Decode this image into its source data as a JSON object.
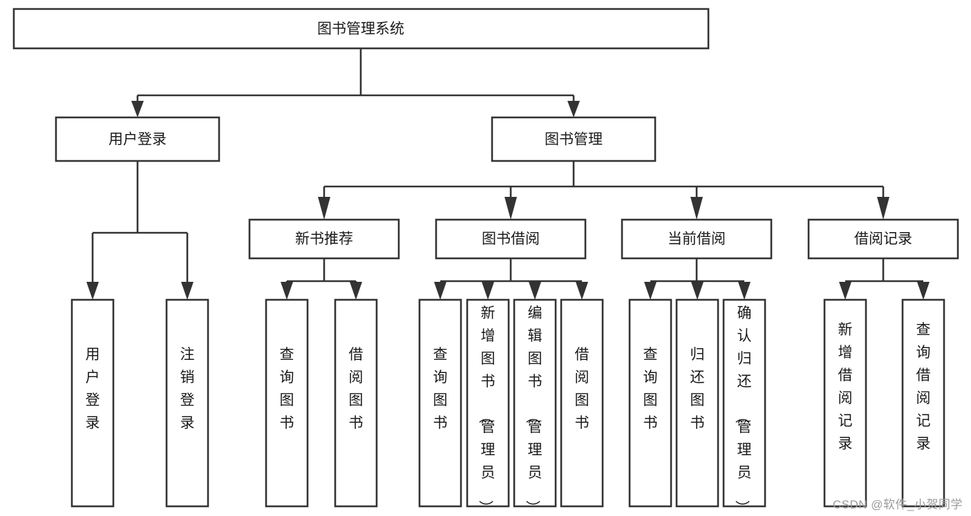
{
  "diagram": {
    "title": "图书管理系统",
    "type": "hierarchy-tree",
    "watermark": "CSDN @软件_小贺同学",
    "colors": {
      "box_stroke": "#333333",
      "box_fill": "#ffffff",
      "text": "#1a1a1a",
      "background": "#ffffff",
      "watermark": "#9a9a9a"
    },
    "levels": {
      "root": {
        "label": "图书管理系统"
      },
      "level2": [
        {
          "id": "user-login",
          "label": "用户登录"
        },
        {
          "id": "book-management",
          "label": "图书管理"
        }
      ],
      "level3": [
        {
          "id": "new-book-recommend",
          "label": "新书推荐",
          "parent": "book-management"
        },
        {
          "id": "book-borrow",
          "label": "图书借阅",
          "parent": "book-management"
        },
        {
          "id": "current-borrow",
          "label": "当前借阅",
          "parent": "book-management"
        },
        {
          "id": "borrow-record",
          "label": "借阅记录",
          "parent": "book-management"
        }
      ],
      "leaves": [
        {
          "id": "leaf-user-login",
          "label": "用户登录",
          "parent": "user-login"
        },
        {
          "id": "leaf-user-logout",
          "label": "注销登录",
          "parent": "user-login"
        },
        {
          "id": "leaf-query-book-1",
          "label": "查询图书",
          "parent": "new-book-recommend"
        },
        {
          "id": "leaf-borrow-book-1",
          "label": "借阅图书",
          "parent": "new-book-recommend"
        },
        {
          "id": "leaf-query-book-2",
          "label": "查询图书",
          "parent": "book-borrow"
        },
        {
          "id": "leaf-add-book",
          "label": "新增图书（管理员）",
          "parent": "book-borrow"
        },
        {
          "id": "leaf-edit-book",
          "label": "编辑图书（管理员）",
          "parent": "book-borrow"
        },
        {
          "id": "leaf-borrow-book-2",
          "label": "借阅图书",
          "parent": "book-borrow"
        },
        {
          "id": "leaf-query-book-3",
          "label": "查询图书",
          "parent": "current-borrow"
        },
        {
          "id": "leaf-return-book",
          "label": "归还图书",
          "parent": "current-borrow"
        },
        {
          "id": "leaf-confirm-return",
          "label": "确认归还（管理员）",
          "parent": "current-borrow"
        },
        {
          "id": "leaf-add-record",
          "label": "新增借阅记录",
          "parent": "borrow-record"
        },
        {
          "id": "leaf-query-record",
          "label": "查询借阅记录",
          "parent": "borrow-record"
        }
      ]
    }
  }
}
